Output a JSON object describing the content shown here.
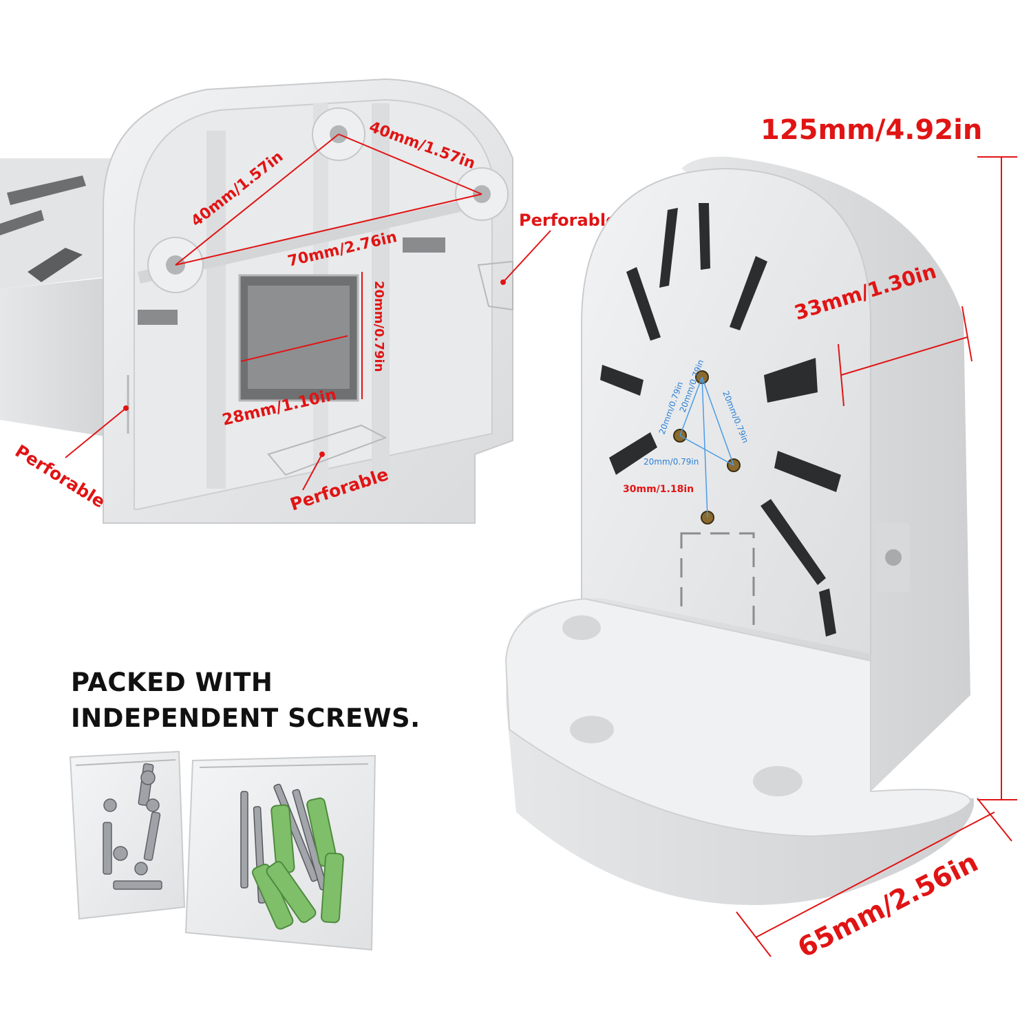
{
  "labels": {
    "hole_spacing_a": "40mm/1.57in",
    "hole_spacing_b": "40mm/1.57in",
    "hole_spacing_c": "70mm/2.76in",
    "window_height": "20mm/0.79in",
    "window_width": "28mm/1.10in",
    "perforable_top": "Perforable",
    "perforable_left": "Perforable",
    "perforable_bottom": "Perforable",
    "height": "125mm/4.92in",
    "depth": "33mm/1.30in",
    "base_depth": "65mm/2.56in",
    "screw_a": "20mm/0.79in",
    "screw_b": "20mm/0.79in",
    "screw_c": "20mm/0.79in",
    "screw_d": "20mm/0.79in",
    "screw_e": "30mm/1.18in"
  },
  "packed": {
    "line1": "PACKED WITH",
    "line2": "INDEPENDENT SCREWS."
  },
  "colors": {
    "dimension": "#e01414",
    "screw_dimension": "#2a7fd6",
    "plastic": "#e8e9ea",
    "anchor": "#7fbf6a"
  }
}
